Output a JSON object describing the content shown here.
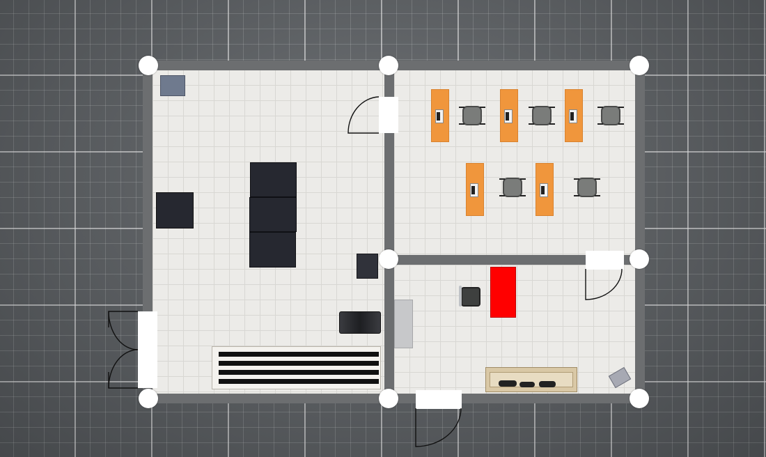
{
  "colors": {
    "background_grid": "#5c6064",
    "wall": "#6c6e70",
    "floor": "#ecebe8",
    "desk_wood": "#f0963c",
    "manager_desk": "#ff0000",
    "dark_furniture": "#262830"
  },
  "plan": {
    "rooms": [
      "left-hall",
      "workstation-room",
      "manager-office"
    ],
    "doors": [
      "door-hall-to-workstation",
      "door-office-right",
      "door-office-bottom",
      "double-door-left-entrance"
    ],
    "icons": [
      "wall-corner-node-icon",
      "door-swing-arc-icon",
      "desk-computer-icon",
      "office-chair-icon",
      "sofa-icon",
      "storage-rack-icon"
    ]
  }
}
